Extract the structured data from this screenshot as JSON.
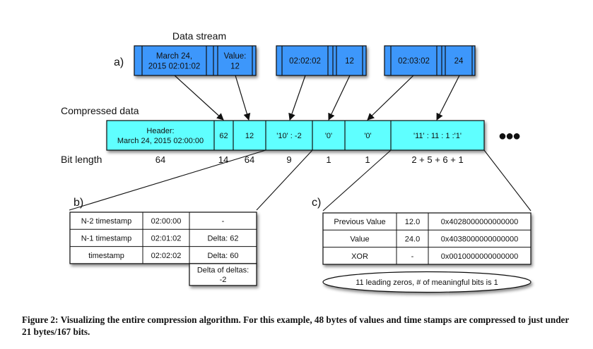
{
  "diagram": {
    "data_stream": {
      "title": "Data stream",
      "label": "a)",
      "records": [
        {
          "timestamp_lines": [
            "March 24,",
            "2015 02:01:02"
          ],
          "value_lines": [
            "Value:",
            "12"
          ]
        },
        {
          "timestamp_lines": [
            "02:02:02"
          ],
          "value_lines": [
            "12"
          ]
        },
        {
          "timestamp_lines": [
            "02:03:02"
          ],
          "value_lines": [
            "24"
          ]
        }
      ]
    },
    "compressed": {
      "title": "Compressed data",
      "bit_length_label": "Bit length",
      "cells": [
        {
          "lines": [
            "Header:",
            "March 24, 2015 02:00:00"
          ],
          "bits": "64"
        },
        {
          "lines": [
            "62"
          ],
          "bits": "14"
        },
        {
          "lines": [
            "12"
          ],
          "bits": "64"
        },
        {
          "lines": [
            "'10' : -2"
          ],
          "bits": "9"
        },
        {
          "lines": [
            "'0'"
          ],
          "bits": "1"
        },
        {
          "lines": [
            "'0'"
          ],
          "bits": "1"
        },
        {
          "lines": [
            "'11' : 11 : 1 :'1'"
          ],
          "bits": "2 + 5 + 6 + 1"
        }
      ],
      "ellipsis": "●●●"
    },
    "timestamps_table": {
      "label": "b)",
      "rows": [
        [
          "N-2 timestamp",
          "02:00:00",
          "-"
        ],
        [
          "N-1 timestamp",
          "02:01:02",
          "Delta: 62"
        ],
        [
          "timestamp",
          "02:02:02",
          "Delta: 60"
        ]
      ],
      "extra_cell_lines": [
        "Delta of deltas:",
        "-2"
      ]
    },
    "values_table": {
      "label": "c)",
      "rows": [
        [
          "Previous Value",
          "12.0",
          "0x4028000000000000"
        ],
        [
          "Value",
          "24.0",
          "0x4038000000000000"
        ],
        [
          "XOR",
          "-",
          "0x0010000000000000"
        ]
      ],
      "note": "11 leading zeros, # of meaningful bits is 1"
    },
    "colors": {
      "stream_fill": "#3d97fb",
      "compressed_fill": "#5effff",
      "stroke": "#111111"
    }
  },
  "caption": {
    "label": "Figure 2:",
    "text": "Visualizing the entire compression algorithm. For this example, 48 bytes of values and time stamps are compressed to just under 21 bytes/167 bits."
  }
}
